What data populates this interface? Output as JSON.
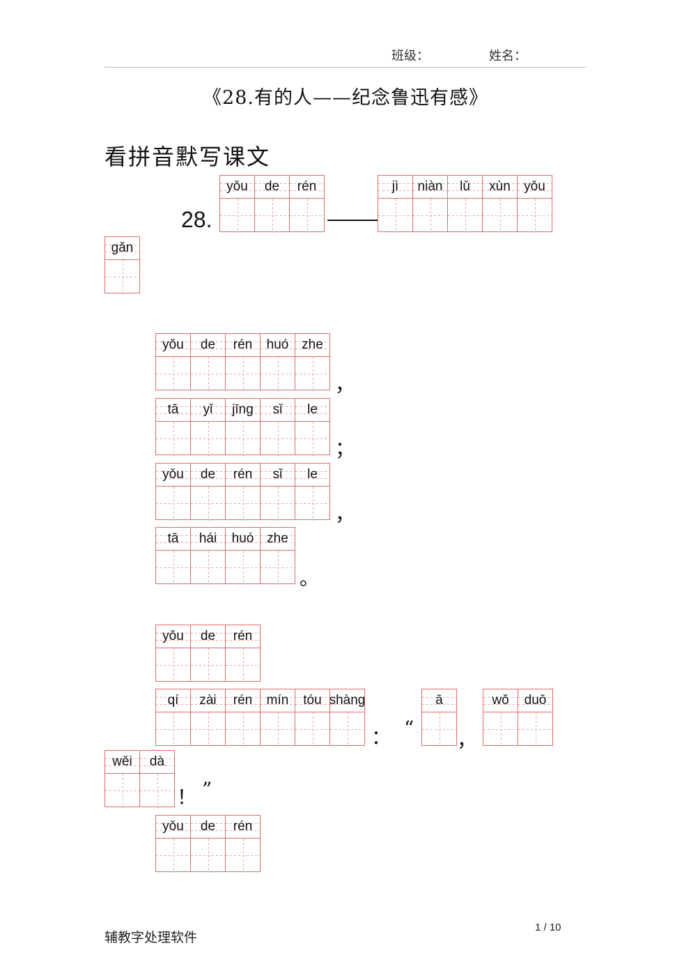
{
  "header": {
    "class_label": "班级：",
    "name_label": "姓名："
  },
  "title": "《28.有的人——纪念鲁迅有感》",
  "section": "看拼音默写课文",
  "lesson_number": "28.",
  "grids": {
    "g1": [
      "yǒu",
      "de",
      "rén"
    ],
    "g2": [
      "jì",
      "niàn",
      "lǔ",
      "xùn",
      "yǒu"
    ],
    "g3": [
      "gǎn"
    ],
    "g4": [
      "yǒu",
      "de",
      "rén",
      "huó",
      "zhe"
    ],
    "g5": [
      "tā",
      "yǐ",
      "jīng",
      "sǐ",
      "le"
    ],
    "g6": [
      "yǒu",
      "de",
      "rén",
      "sǐ",
      "le"
    ],
    "g7": [
      "tā",
      "hái",
      "huó",
      "zhe"
    ],
    "g8": [
      "yǒu",
      "de",
      "rén"
    ],
    "g9": [
      "qí",
      "zài",
      "rén",
      "mín",
      "tóu",
      "shàng"
    ],
    "g10": [
      "ā"
    ],
    "g11": [
      "wǒ",
      "duō"
    ],
    "g12": [
      "wěi",
      "dà"
    ],
    "g13": [
      "yǒu",
      "de",
      "rén"
    ]
  },
  "punct": {
    "comma": "，",
    "semicolon": "；",
    "period": "。",
    "colon": "：",
    "open_quote": "“",
    "exclaim": "！",
    "close_quote": "”"
  },
  "footer": {
    "software": "辅教字处理软件",
    "page": "1 / 10"
  }
}
